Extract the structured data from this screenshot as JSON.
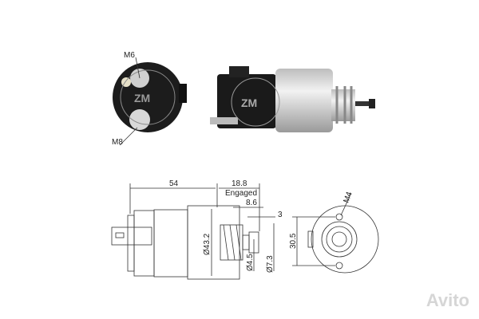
{
  "photo": {
    "front_labels": {
      "top_terminal": "M6",
      "bottom_terminal": "M8"
    },
    "logo_text": "ZM"
  },
  "drawing": {
    "dim_length": "54",
    "dim_stroke": "18.8",
    "dim_stroke_note": "Engaged",
    "dim_plunger": "8.6",
    "dim_tip": "3",
    "dia_body": "Ø43.2",
    "dia_rod": "Ø4.5",
    "dia_tip": "Ø7.3",
    "mount_spacing": "30.5",
    "mount_thread": "M4"
  },
  "watermark": "Avito",
  "colors": {
    "body_black": "#1a1a1a",
    "silver": "#d4d4d4",
    "line": "#333333"
  }
}
